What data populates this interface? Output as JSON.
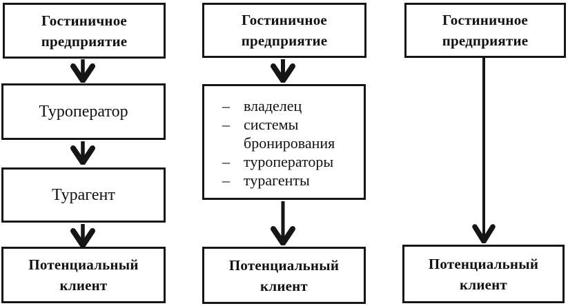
{
  "diagram": {
    "colors": {
      "line": "#151515",
      "background": "#ffffff"
    },
    "list_bullet": "–",
    "columns": [
      {
        "id": "channel-1",
        "hotel": "Гостиничное предприятие",
        "steps": [
          "Туроператор",
          "Турагент"
        ],
        "client": "Потенциальный клиент"
      },
      {
        "id": "channel-2",
        "hotel": "Гостиничное предприятие",
        "list": [
          "владелец",
          "системы бронирования",
          "туроператоры",
          "турагенты"
        ],
        "client": "Потенциальный клиент"
      },
      {
        "id": "channel-3",
        "hotel": "Гостиничное предприятие",
        "client": "Потенциальный клиент"
      }
    ]
  }
}
